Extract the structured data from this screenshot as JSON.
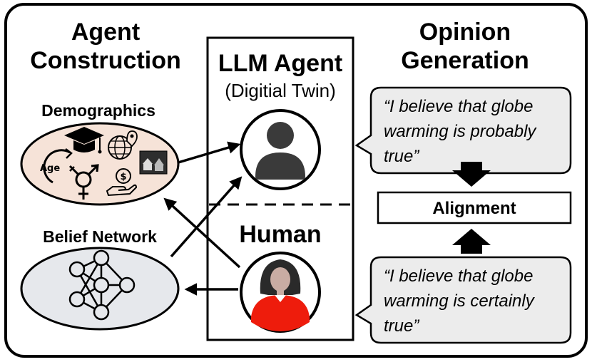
{
  "left_title": [
    "Agent",
    "Construction"
  ],
  "right_title": [
    "Opinion",
    "Generation"
  ],
  "center": {
    "agent_title": "LLM Agent",
    "agent_subtitle": "(Digitial Twin)",
    "human_title": "Human"
  },
  "demographics": {
    "label": "Demographics",
    "age_text": "Age"
  },
  "belief_network": {
    "label": "Belief Network"
  },
  "quotes": {
    "agent_quote": [
      "“I believe that globe",
      "warming is probably",
      "true”"
    ],
    "human_quote": [
      "“I believe that globe",
      "warming is certainly",
      "true”"
    ]
  },
  "alignment": "Alignment",
  "icons": [
    "graduation-cap-icon",
    "globe-location-icon",
    "gender-icon",
    "money-hand-icon",
    "age-cycle-icon",
    "house-photo-icon",
    "neural-network-icon",
    "agent-avatar-icon",
    "human-avatar-icon"
  ],
  "colors": {
    "demographics_fill": "#f6e3d8",
    "belief_fill": "#e6e8ec",
    "bubble_fill": "#ececec",
    "human_shirt": "#ee1c0c",
    "human_skin": "#c9aca3",
    "agent_icon": "#3a3a3a"
  }
}
